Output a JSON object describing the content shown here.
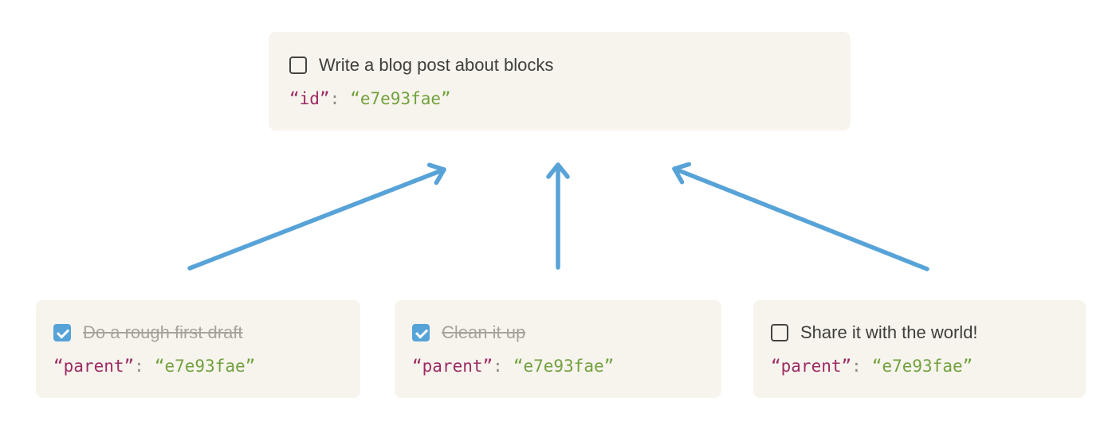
{
  "colors": {
    "page_bg": "#ffffff",
    "card_bg": "#f7f4ee",
    "arrow": "#57a3d8",
    "checkbox_blue": "#56a3d7",
    "checkbox_border": "#45433d",
    "task_text": "#403e39",
    "task_done_text": "#a5a39b",
    "code_key": "#9c2b62",
    "code_punct": "#8e8c85",
    "code_value": "#72a13d"
  },
  "parent_task": {
    "label": "Write a blog post about blocks",
    "checked": false,
    "code": {
      "key": "“id”",
      "colon": ":",
      "value": "“e7e93fae”"
    }
  },
  "subtasks": [
    {
      "label": "Do a rough first draft",
      "checked": true,
      "code": {
        "key": "“parent”",
        "colon": ":",
        "value": "“e7e93fae”"
      }
    },
    {
      "label": "Clean it up",
      "checked": true,
      "code": {
        "key": "“parent”",
        "colon": ":",
        "value": "“e7e93fae”"
      }
    },
    {
      "label": "Share it with the world!",
      "checked": false,
      "code": {
        "key": "“parent”",
        "colon": ":",
        "value": "“e7e93fae”"
      }
    }
  ]
}
